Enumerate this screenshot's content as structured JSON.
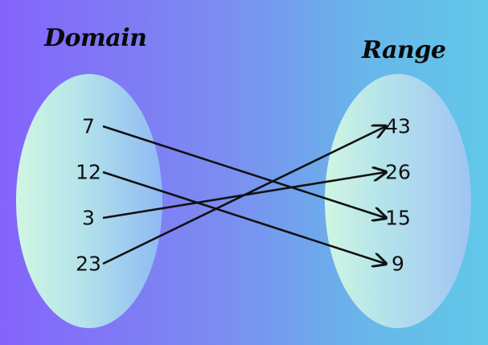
{
  "domain": {
    "title": "Domain",
    "values": [
      "7",
      "12",
      "3",
      "23"
    ]
  },
  "range": {
    "title": "Range",
    "values": [
      "43",
      "26",
      "15",
      "9"
    ]
  },
  "mappings": [
    {
      "from": "7",
      "to": "15"
    },
    {
      "from": "12",
      "to": "9"
    },
    {
      "from": "3",
      "to": "26"
    },
    {
      "from": "23",
      "to": "43"
    }
  ],
  "colors": {
    "background_left": "#8464fb",
    "background_right": "#61c8e8",
    "oval_light": "#d0f6e2",
    "oval_edge": "#8fb9f3",
    "arrow": "#111111"
  }
}
